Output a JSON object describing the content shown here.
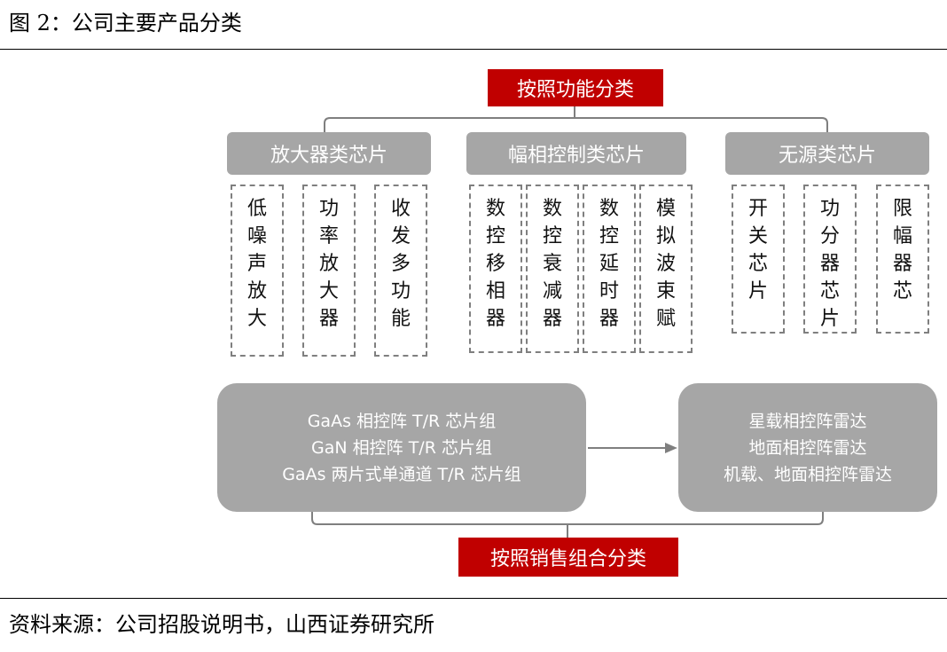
{
  "header": {
    "title": "图 2：公司主要产品分类"
  },
  "footer": {
    "source": "资料来源：公司招股说明书，山西证券研究所"
  },
  "diagram": {
    "function_label": "按照功能分类",
    "sales_label": "按照销售组合分类",
    "categories": [
      {
        "title": "放大器类芯片",
        "chips": [
          "低噪声放大",
          "功率放大器",
          "收发多功能"
        ]
      },
      {
        "title": "幅相控制类芯片",
        "chips": [
          "数控移相器",
          "数控衰减器",
          "数控延时器",
          "模拟波束赋"
        ]
      },
      {
        "title": "无源类芯片",
        "chips": [
          "开关芯片",
          "功分器芯片",
          "限幅器芯"
        ]
      }
    ],
    "chipset_lines": [
      "GaAs 相控阵 T/R 芯片组",
      "GaN 相控阵 T/R 芯片组",
      "GaAs 两片式单通道 T/R 芯片组"
    ],
    "radar_lines": [
      "星载相控阵雷达",
      "地面相控阵雷达",
      "机载、地面相控阵雷达"
    ]
  },
  "colors": {
    "accent": "#c00000",
    "box": "#a6a6a6",
    "line": "#7f7f7f"
  }
}
